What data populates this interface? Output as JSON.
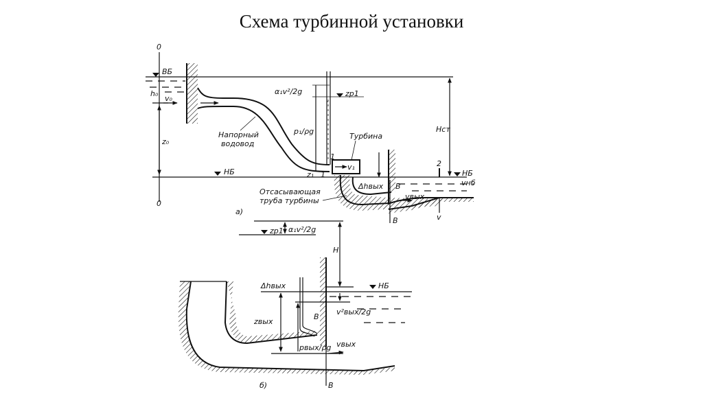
{
  "title": "Схема турбинной установки",
  "diagram_a": {
    "caption": "а)",
    "section_top": "0",
    "section_bottom": "0",
    "upper_level": "ВБ",
    "lower_level": "НБ",
    "lower_level_right": "НБ",
    "h0": "h₀",
    "v0": "v₀",
    "z0": "z₀",
    "penstock": [
      "Напорный",
      "водовод"
    ],
    "velocity_head": "α₁v²/2g",
    "piezo_level": "zр1",
    "pressure_head": "p₁/ρg",
    "turbine": "Турбина",
    "v1": "v₁",
    "z1": "z₁",
    "section1_top": "1",
    "section1_bottom": "1",
    "static_head": "Hст",
    "section2": "2",
    "loss": "Δhвых",
    "section_b_left": "В",
    "section_b_bottom": "В",
    "v_out": "vвых",
    "v_nb": "vнб",
    "draft_tube": [
      "Отсасывающая",
      "труба турбины"
    ],
    "v_bottom": "v"
  },
  "diagram_b": {
    "caption": "б)",
    "piezo_level": "zр1",
    "velocity_head": "α₁v²/2g",
    "head": "H",
    "lower_level": "НБ",
    "loss": "Δhвых",
    "z_out": "zвых",
    "v_out_head": "v²вых/2g",
    "section_b": "В",
    "section_b_bottom": "В",
    "p_out": "pвых/ρg",
    "v_out": "vвых"
  }
}
